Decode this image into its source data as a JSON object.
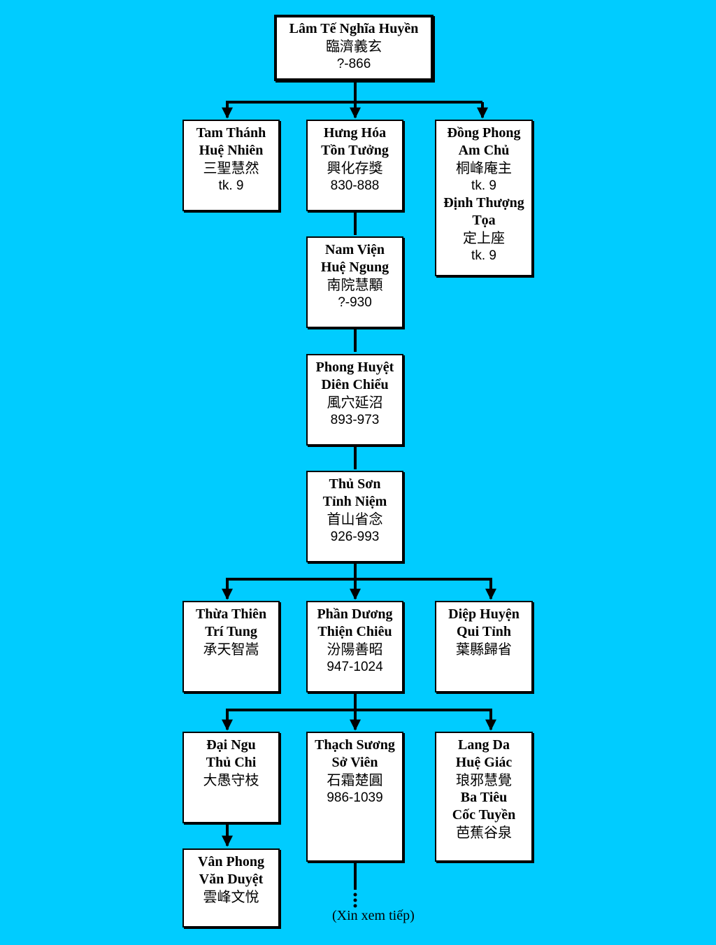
{
  "nodes": {
    "lam_te": [
      "Lâm Tế Nghĩa Huyền",
      "臨濟義玄",
      "?-866"
    ],
    "tam_thanh": [
      "Tam Thánh",
      "Huệ Nhiên",
      "三聖慧然",
      "tk. 9"
    ],
    "hung_hoa": [
      "Hưng Hóa",
      "Tồn Tưởng",
      "興化存獎",
      "830-888"
    ],
    "dong_phong": [
      "Đồng Phong",
      "Am Chủ",
      "桐峰庵主",
      "tk. 9",
      "Định Thượng",
      "Tọa",
      "定上座",
      "tk. 9"
    ],
    "nam_vien": [
      "Nam Viện",
      "Huệ Ngung",
      "南院慧顒",
      "?-930"
    ],
    "phong_huyet": [
      "Phong Huyệt",
      "Diên Chiểu",
      "風穴延沼",
      "893-973"
    ],
    "thu_son": [
      "Thủ Sơn",
      "Tỉnh Niệm",
      "首山省念",
      "926-993"
    ],
    "thua_thien": [
      "Thừa Thiên",
      "Trí Tung",
      "承天智嵩"
    ],
    "phan_duong": [
      "Phần Dương",
      "Thiện Chiêu",
      "汾陽善昭",
      "947-1024"
    ],
    "diep_huyen": [
      "Diệp Huyện",
      "Qui Tỉnh",
      "葉縣歸省"
    ],
    "dai_ngu": [
      "Đại Ngu",
      "Thủ Chi",
      "大愚守枝"
    ],
    "thach_suong": [
      "Thạch Sương",
      "Sở Viên",
      "石霜楚圓",
      "986-1039"
    ],
    "lang_da": [
      "Lang Da",
      "Huệ Giác",
      "琅邪慧覺",
      "Ba Tiêu",
      "Cốc Tuyền",
      "芭蕉谷泉"
    ],
    "van_phong": [
      "Vân Phong",
      "Văn Duyệt",
      "雲峰文悅"
    ]
  },
  "continuation_label": "(Xin xem tiếp)",
  "colors": {
    "background": "#00ccff",
    "box": "#ffffff",
    "line": "#000000"
  }
}
